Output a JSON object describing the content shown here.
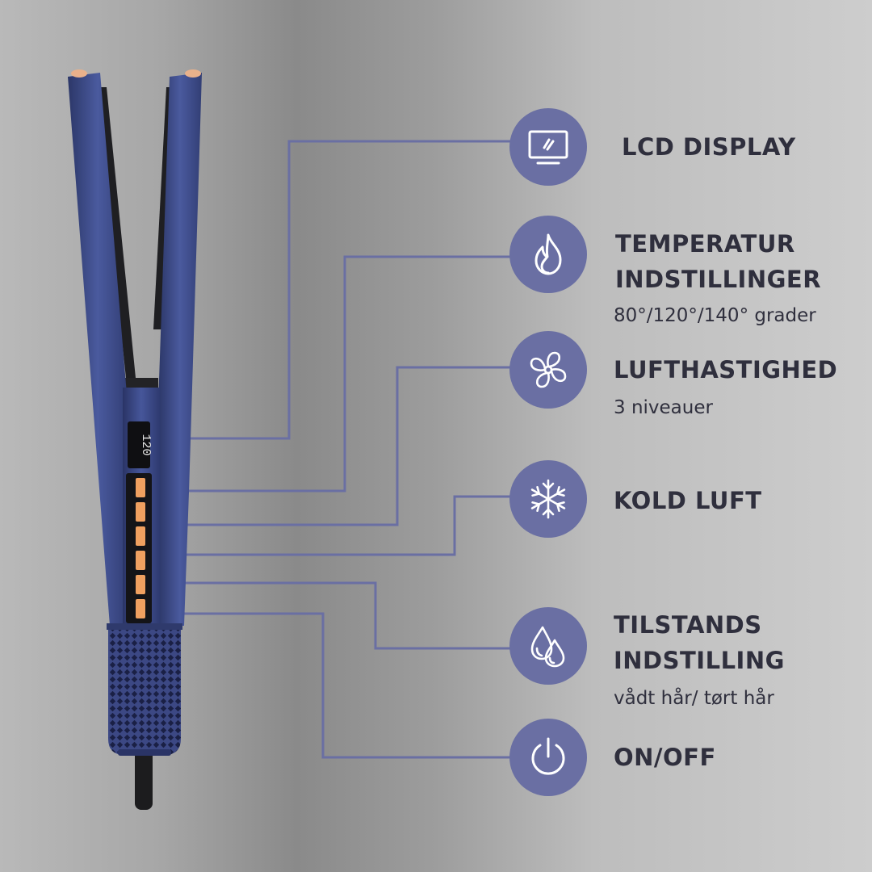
{
  "colors": {
    "accent": "#6a6fa3",
    "device_body": "#3d4a85",
    "heat_indicator": "#f0a060",
    "text": "#2f2f3d"
  },
  "device": {
    "display_reading": "120"
  },
  "features": [
    {
      "icon": "monitor-icon",
      "title": "LCD DISPLAY",
      "subtitle": ""
    },
    {
      "icon": "flame-icon",
      "title": "TEMPERATUR\nINDSTILLINGER",
      "subtitle": "80°/120°/140° grader"
    },
    {
      "icon": "fan-icon",
      "title": "LUFTHASTIGHED",
      "subtitle": "3 niveauer"
    },
    {
      "icon": "snowflake-icon",
      "title": "KOLD LUFT",
      "subtitle": ""
    },
    {
      "icon": "water-drops-icon",
      "title": "TILSTANDS\nINDSTILLING",
      "subtitle": "vådt hår/ tørt hår"
    },
    {
      "icon": "power-icon",
      "title": "ON/OFF",
      "subtitle": ""
    }
  ]
}
